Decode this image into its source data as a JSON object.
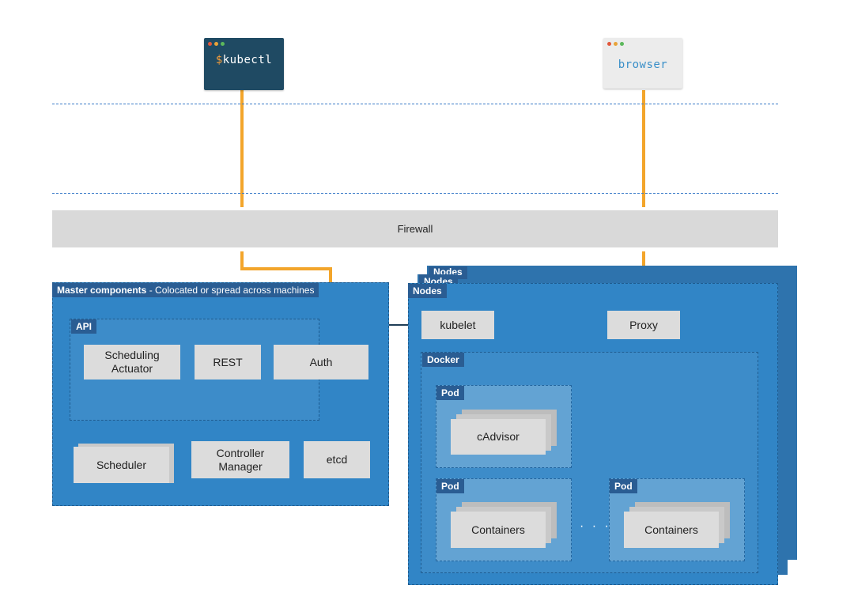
{
  "kubectl": {
    "prompt": "$",
    "command": "kubectl"
  },
  "browser": {
    "label": "browser"
  },
  "firewall": {
    "label": "Firewall"
  },
  "master": {
    "title": "Master components",
    "subtitle": "- Colocated or spread across machines",
    "api_label": "API",
    "scheduling_actuator": "Scheduling Actuator",
    "rest": "REST",
    "auth": "Auth",
    "scheduler": "Scheduler",
    "controller_manager": "Controller Manager",
    "etcd": "etcd"
  },
  "nodes": {
    "label": "Nodes",
    "kubelet": "kubelet",
    "proxy": "Proxy",
    "docker_label": "Docker",
    "pod_label": "Pod",
    "cadvisor": "cAdvisor",
    "containers": "Containers",
    "ellipsis": "· · ·"
  },
  "colors": {
    "connector_orange": "#f3a52b",
    "region_blue": "#3185c6",
    "tag_blue": "#2a5d93",
    "terminal_dark": "#1f4a63",
    "box_gray": "#dcdcdc"
  }
}
